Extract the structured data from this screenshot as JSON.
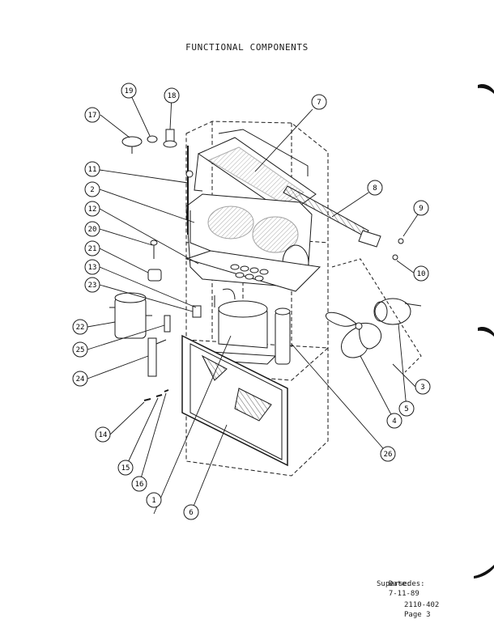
{
  "header": {
    "title": "FUNCTIONAL COMPONENTS"
  },
  "callouts": [
    {
      "id": "1",
      "label": "1"
    },
    {
      "id": "2",
      "label": "2"
    },
    {
      "id": "3",
      "label": "3"
    },
    {
      "id": "4",
      "label": "4"
    },
    {
      "id": "5",
      "label": "5"
    },
    {
      "id": "6",
      "label": "6"
    },
    {
      "id": "7",
      "label": "7"
    },
    {
      "id": "8",
      "label": "8"
    },
    {
      "id": "9",
      "label": "9"
    },
    {
      "id": "10",
      "label": "10"
    },
    {
      "id": "11",
      "label": "11"
    },
    {
      "id": "12",
      "label": "12"
    },
    {
      "id": "13",
      "label": "13"
    },
    {
      "id": "14",
      "label": "14"
    },
    {
      "id": "15",
      "label": "15"
    },
    {
      "id": "16",
      "label": "16"
    },
    {
      "id": "17",
      "label": "17"
    },
    {
      "id": "18",
      "label": "18"
    },
    {
      "id": "19",
      "label": "19"
    },
    {
      "id": "20",
      "label": "20"
    },
    {
      "id": "21",
      "label": "21"
    },
    {
      "id": "22",
      "label": "22"
    },
    {
      "id": "23",
      "label": "23"
    },
    {
      "id": "24",
      "label": "24"
    },
    {
      "id": "25",
      "label": "25"
    },
    {
      "id": "26",
      "label": "26"
    }
  ],
  "footer": {
    "date_label": "Date:",
    "date_value": "7-11-89",
    "supersedes_label": "Supersedes:",
    "doc_number": "2110-402",
    "page": "Page 3"
  }
}
